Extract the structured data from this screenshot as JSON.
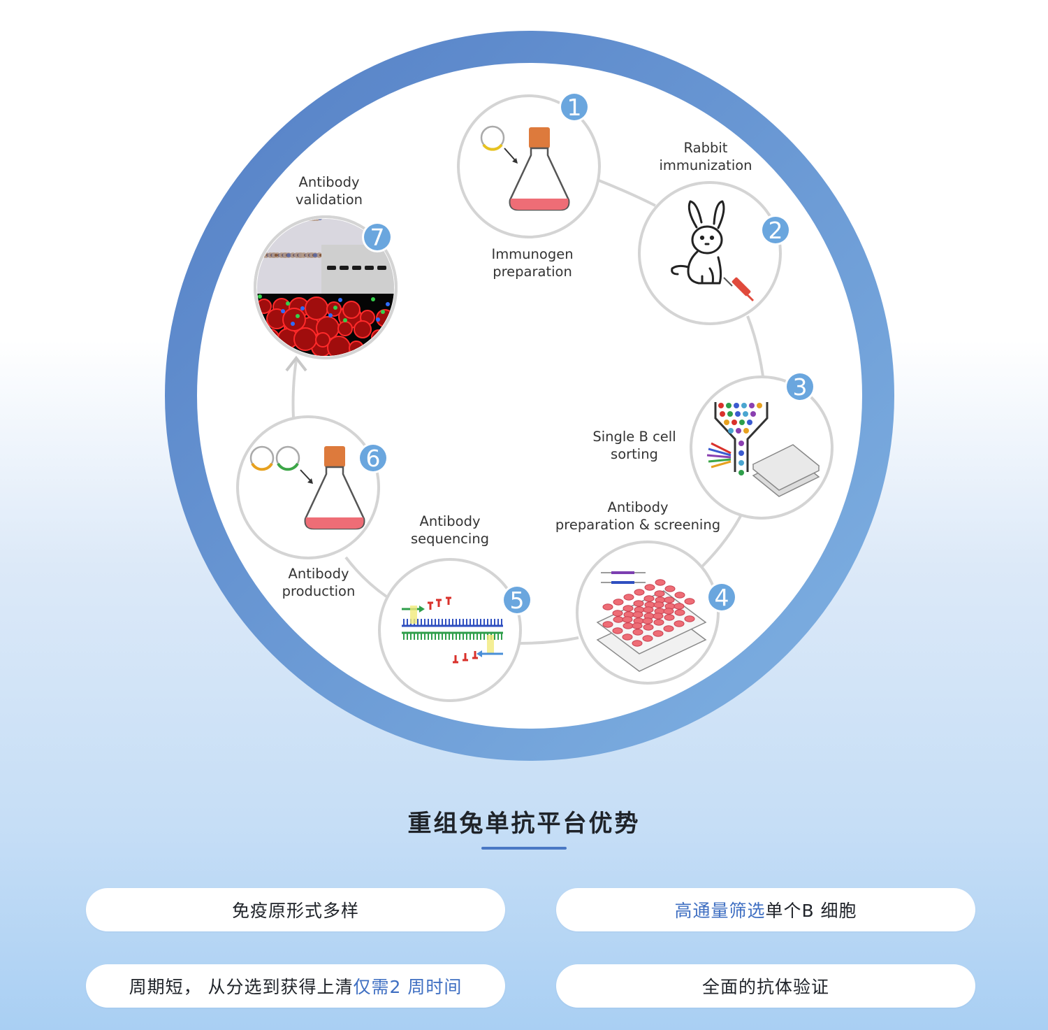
{
  "steps": [
    {
      "number": "1",
      "label_lines": [
        "Immunogen",
        "preparation"
      ]
    },
    {
      "number": "2",
      "label_lines": [
        "Rabbit",
        "immunization"
      ]
    },
    {
      "number": "3",
      "label_lines": [
        "Single B cell",
        "sorting"
      ]
    },
    {
      "number": "4",
      "label_lines": [
        "Antibody",
        "preparation & screening"
      ]
    },
    {
      "number": "5",
      "label_lines": [
        "Antibody",
        "sequencing"
      ]
    },
    {
      "number": "6",
      "label_lines": [
        "Antibody",
        "production"
      ]
    },
    {
      "number": "7",
      "label_lines": [
        "Antibody",
        "validation"
      ]
    }
  ],
  "section_title": "重组兔单抗平台优势",
  "advantages": [
    {
      "parts": [
        {
          "text": "免疫原形式多样",
          "highlight": false
        }
      ]
    },
    {
      "parts": [
        {
          "text": "高通量筛选",
          "highlight": true
        },
        {
          "text": "单个B 细胞",
          "highlight": false
        }
      ]
    },
    {
      "parts": [
        {
          "text": "周期短， 从分选到获得上清",
          "highlight": false
        },
        {
          "text": "仅需2 周时间",
          "highlight": true
        }
      ]
    },
    {
      "parts": [
        {
          "text": "全面的抗体验证",
          "highlight": false
        }
      ]
    }
  ],
  "colors": {
    "ring_start": "#5580c6",
    "ring_end": "#7fb1e2",
    "badge": "#6aa6de",
    "highlight": "#3f6fc2",
    "flask_cap": "#dd7a3c",
    "flask_liquid": "#ee6d76"
  },
  "icons": [
    "flask-icon",
    "plasmid-icon",
    "rabbit-icon",
    "syringe-icon",
    "funnel-sorter-icon",
    "well-plate-icon",
    "dna-strand-icon",
    "western-blot-icon",
    "tissue-stain-icon"
  ]
}
